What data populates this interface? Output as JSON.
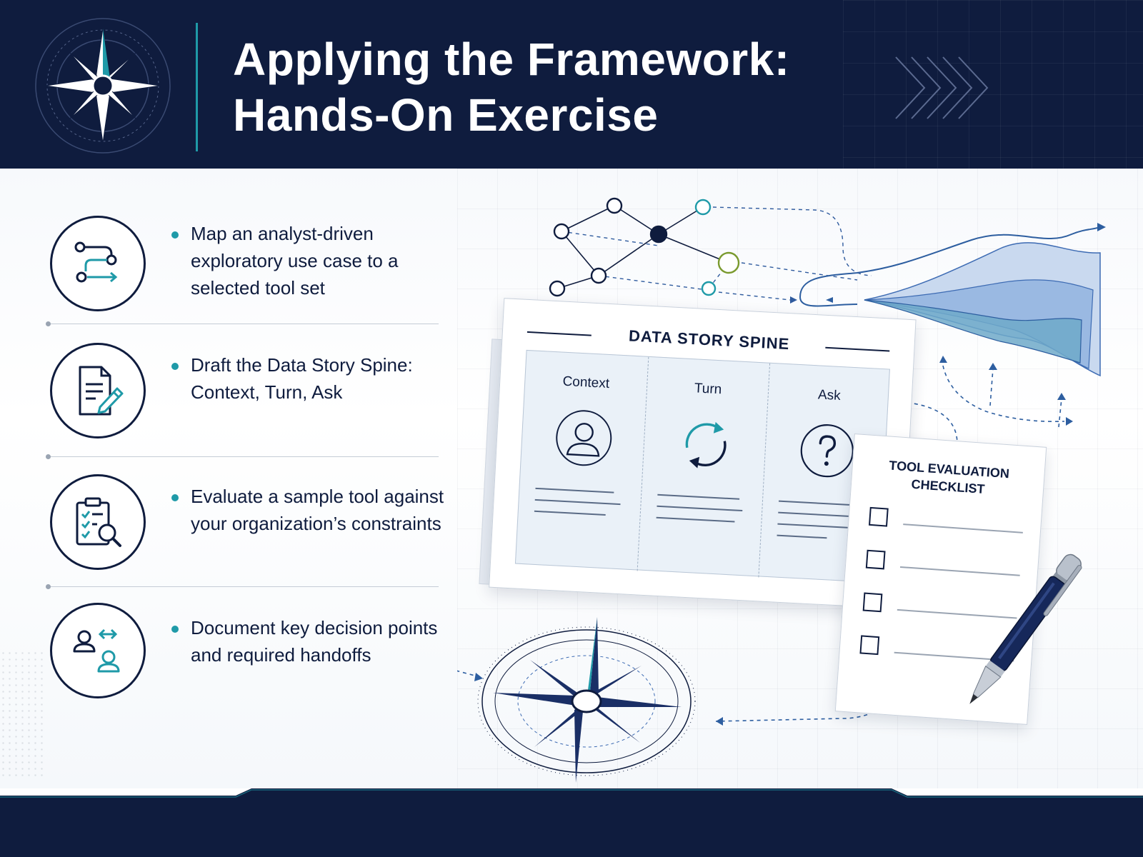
{
  "header": {
    "title_line1": "Applying the Framework:",
    "title_line2": "Hands-On Exercise",
    "logo_icon": "compass-icon",
    "decor_icon": "chevrons-icon"
  },
  "steps": [
    {
      "icon": "workflow-arrow-icon",
      "text": "Map an analyst-driven exploratory use case to a selected tool set"
    },
    {
      "icon": "document-pencil-icon",
      "text": "Draft the Data Story Spine: Context, Turn, Ask"
    },
    {
      "icon": "clipboard-search-icon",
      "text": "Evaluate a sample tool against your organization’s constraints"
    },
    {
      "icon": "people-exchange-icon",
      "text": "Document key decision points and required handoffs"
    }
  ],
  "spine": {
    "title": "DATA STORY SPINE",
    "columns": [
      {
        "label": "Context",
        "icon": "person-icon"
      },
      {
        "label": "Turn",
        "icon": "cycle-arrows-icon"
      },
      {
        "label": "Ask",
        "icon": "question-icon"
      }
    ]
  },
  "checklist": {
    "title_line1": "TOOL EVALUATION",
    "title_line2": "CHECKLIST",
    "item_count": 4
  },
  "illustration": {
    "network_icon": "network-nodes-icon",
    "chart_icon": "flow-area-chart-icon",
    "compass_icon": "compass-rose-icon",
    "pen_icon": "pen-icon"
  },
  "colors": {
    "navy": "#0f1c3e",
    "teal": "#1f9aa8",
    "chart_blue": "#3d6bb3",
    "olive": "#7a9a2e"
  }
}
